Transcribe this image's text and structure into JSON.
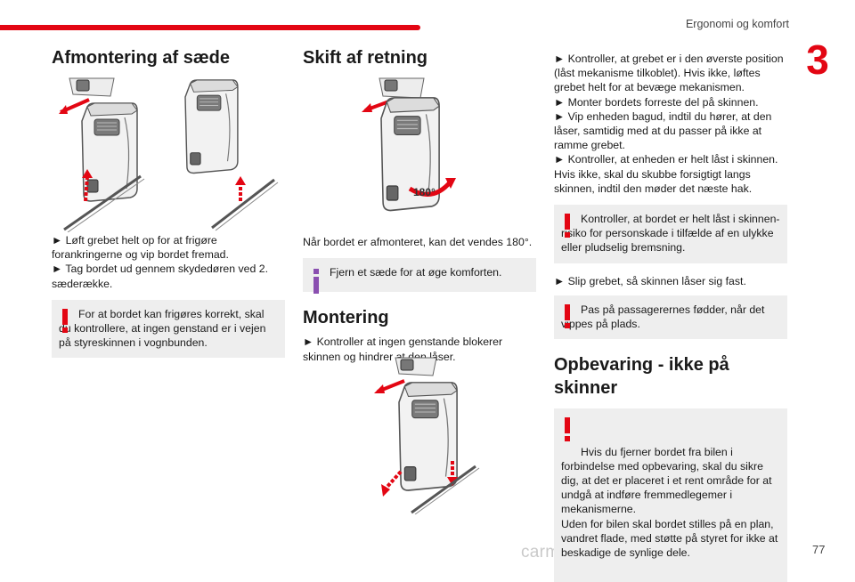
{
  "header": {
    "chapter_title": "Ergonomi og komfort",
    "chapter_number": "3",
    "page_number": "77"
  },
  "watermark": "carmanualsonline.info",
  "col1": {
    "heading": "Afmontering af sæde",
    "paragraph": "► Løft grebet helt op for at frigøre forankringerne og vip bordet fremad.\n► Tag bordet ud gennem skydedøren ved 2. sæderække.",
    "warning": "For at bordet kan frigøres korrekt, skal du kontrollere, at ingen genstand er i vejen på styreskinnen i vognbunden."
  },
  "col2": {
    "heading1": "Skift af retning",
    "figure_label": "180°",
    "paragraph1": "Når bordet er afmonteret, kan det vendes 180°.",
    "info": "Fjern et sæde for at øge komforten.",
    "heading2": "Montering",
    "paragraph2": "► Kontroller at ingen genstande blokerer skinnen og hindrer at den låser."
  },
  "col3": {
    "paragraph1": "► Kontroller, at grebet er i den øverste position (låst mekanisme tilkoblet). Hvis ikke, løftes grebet helt for at bevæge mekanismen.\n► Monter bordets forreste del på skinnen.\n► Vip enheden bagud, indtil du hører, at den låser, samtidig med at du passer på ikke at ramme grebet.\n► Kontroller, at enheden er helt låst i skinnen. Hvis ikke, skal du skubbe forsigtigt langs skinnen, indtil den møder det næste hak.",
    "warning1": "Kontroller, at bordet er helt låst i skinnen- risiko for personskade i tilfælde af en ulykke eller pludselig bremsning.",
    "paragraph2": "► Slip grebet, så skinnen låser sig fast.",
    "warning2": "Pas på passagerernes fødder, når det vippes på plads.",
    "heading": "Opbevaring - ikke på skinner",
    "warning3": "Hvis du fjerner bordet fra bilen i forbindelse med opbevaring, skal du sikre dig, at det er placeret i et rent område for at undgå at indføre fremmedlegemer i mekanismerne.\nUden for bilen skal bordet stilles på en plan, vandret flade, med støtte på styret for ikke at beskadige de synlige dele."
  },
  "colors": {
    "accent": "#e30613",
    "info": "#8a4fb0",
    "note_bg": "#eeeeee"
  },
  "icons": {
    "warning": "exclamation-warning-icon",
    "info": "info-icon"
  }
}
